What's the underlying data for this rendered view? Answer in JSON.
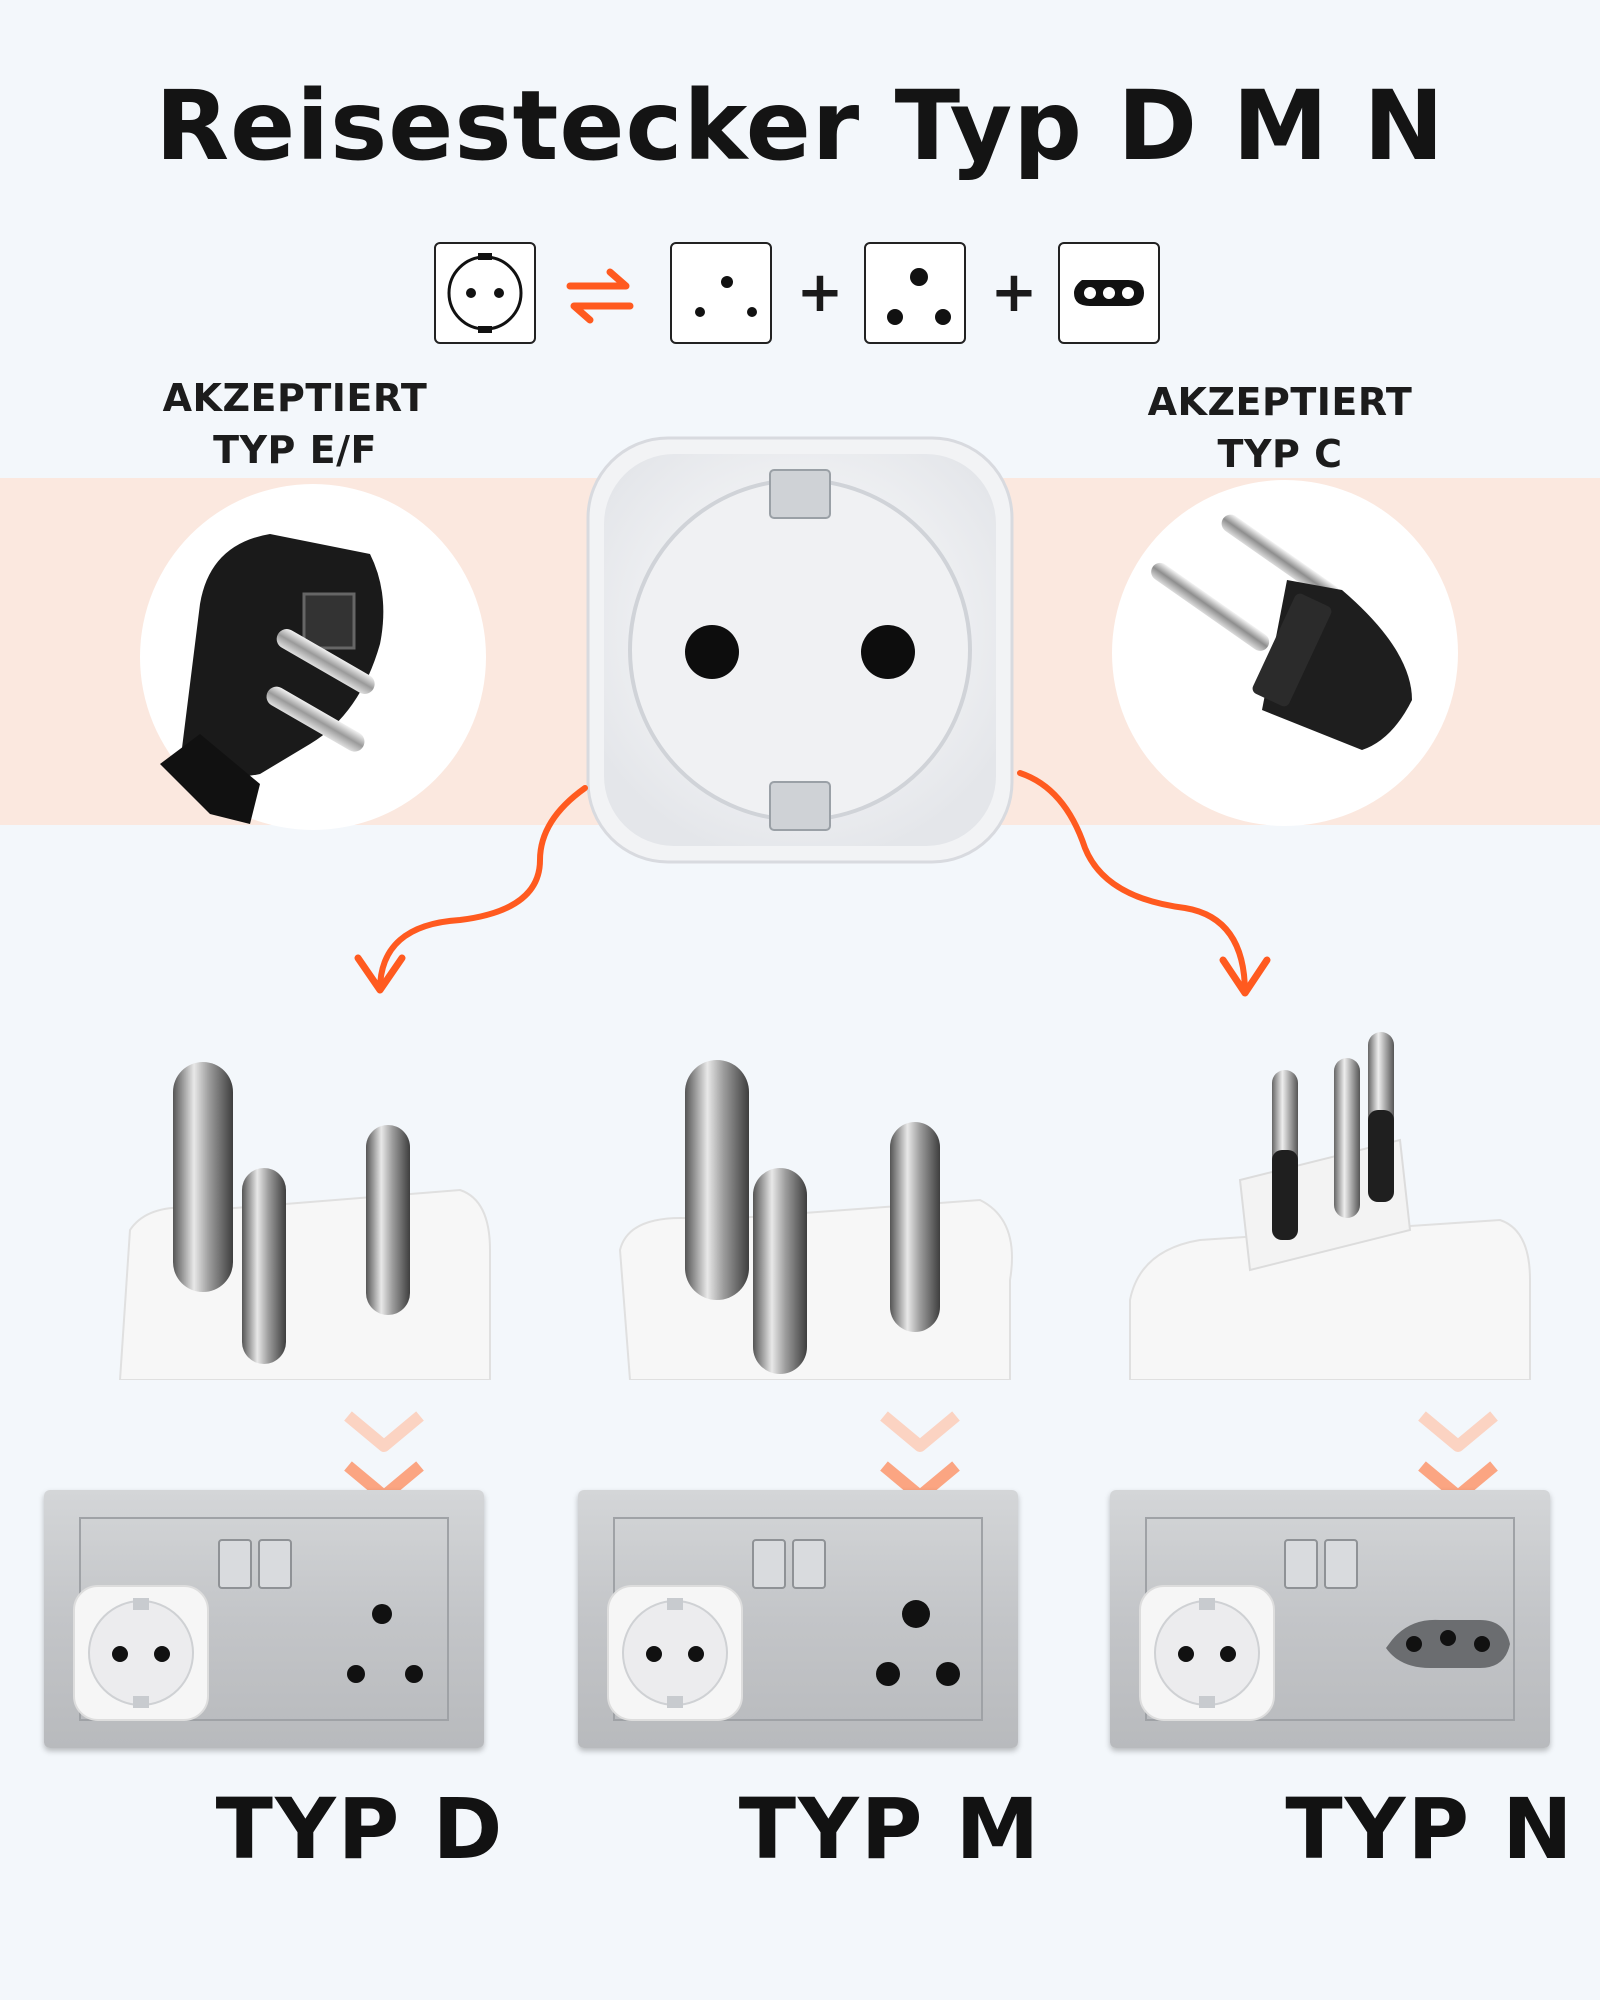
{
  "title": "Reisestecker Typ D M N",
  "icons": {
    "schuko": "schuko-socket-icon",
    "swap": "swap-arrows-icon",
    "type_d": "type-d-socket-icon",
    "type_m": "type-m-socket-icon",
    "type_c": "type-c-socket-icon"
  },
  "operators": {
    "swap": "⇄",
    "plus": "+"
  },
  "accepts": {
    "left": {
      "line1": "AKZEPTIERT",
      "line2": "TYP E/F"
    },
    "right": {
      "line1": "AKZEPTIERT",
      "line2": "TYP C"
    }
  },
  "types": [
    {
      "label": "TYP D"
    },
    {
      "label": "TYP M"
    },
    {
      "label": "TYP N"
    }
  ],
  "colors": {
    "accent": "#ff5a1f",
    "band": "#fbe8df",
    "background": "#f3f7fb",
    "text": "#141414"
  }
}
